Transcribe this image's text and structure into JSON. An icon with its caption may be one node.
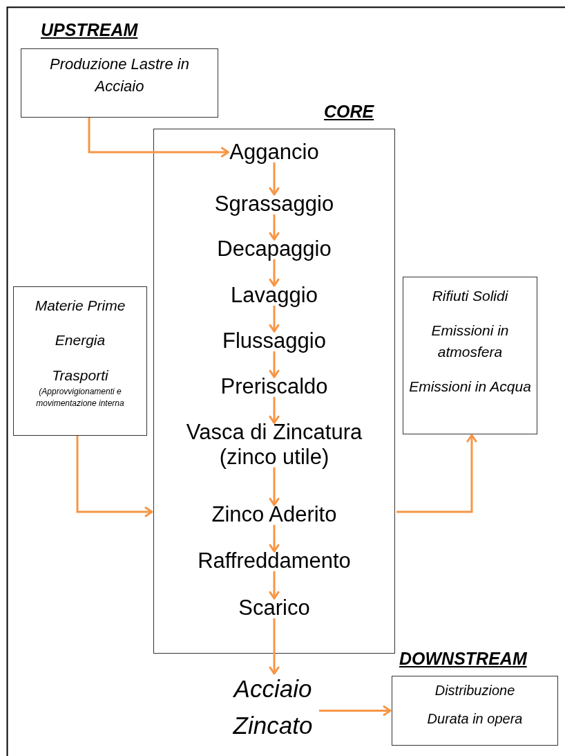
{
  "diagram": {
    "nodes": [
      {
        "text": [
          "UPSTREAM",
          "Produzione Lastre in Acciaio"
        ]
      },
      {
        "text": [
          "CORE"
        ]
      },
      {
        "text": [
          "Aggancio"
        ],
        "in": 1
      },
      {
        "text": [
          "Sgrassaggio"
        ],
        "in": 1
      },
      {
        "text": [
          "Decapaggio"
        ],
        "in": 1
      },
      {
        "text": [
          "Lavaggio"
        ],
        "in": 1
      },
      {
        "text": [
          "Flussaggio"
        ],
        "in": 1
      },
      {
        "text": [
          "Preriscaldo"
        ],
        "in": 1
      },
      {
        "text": [
          "Vasca di Zincatura (zinco utile)"
        ],
        "in": 1
      },
      {
        "text": [
          "Zinco Aderito"
        ],
        "in": 1
      },
      {
        "text": [
          "Raffreddamento"
        ],
        "in": 1
      },
      {
        "text": [
          "Scarico"
        ],
        "in": 1
      },
      {
        "text": [
          "Materie Prime",
          "Energia",
          "Trasporti",
          "(Approvvigionamenti e movimentazione interna"
        ]
      },
      {
        "text": [
          "Rifiuti Solidi",
          "Emissioni in atmosfera",
          "Emissioni in Acqua"
        ]
      },
      {
        "text": [
          "Acciaio Zincato"
        ]
      },
      {
        "text": [
          "DOWNSTREAM",
          "Distribuzione",
          "Durata in opera"
        ]
      }
    ],
    "edges": [
      {
        "from": 0,
        "to": 2,
        "arrow": "to"
      },
      {
        "from": 2,
        "to": 3,
        "arrow": "to"
      },
      {
        "from": 3,
        "to": 4,
        "arrow": "to"
      },
      {
        "from": 4,
        "to": 5,
        "arrow": "to"
      },
      {
        "from": 5,
        "to": 6,
        "arrow": "to"
      },
      {
        "from": 6,
        "to": 7,
        "arrow": "to"
      },
      {
        "from": 7,
        "to": 8,
        "arrow": "to"
      },
      {
        "from": 8,
        "to": 9,
        "arrow": "to"
      },
      {
        "from": 9,
        "to": 10,
        "arrow": "to"
      },
      {
        "from": 10,
        "to": 11,
        "arrow": "to"
      },
      {
        "from": 11,
        "to": 14,
        "arrow": "to"
      },
      {
        "from": 12,
        "to": 1,
        "arrow": "to"
      },
      {
        "from": 1,
        "to": 13,
        "arrow": "to"
      },
      {
        "from": 14,
        "to": 15,
        "arrow": "to"
      }
    ]
  }
}
